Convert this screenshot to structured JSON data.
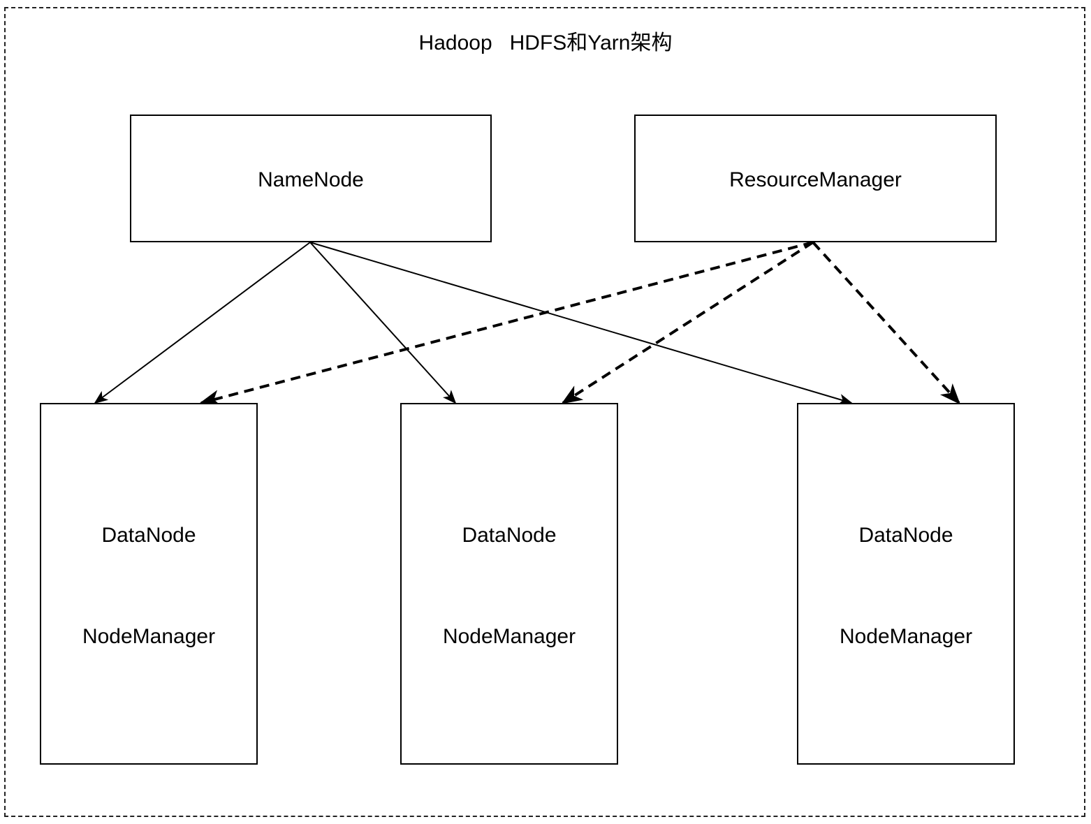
{
  "title": "Hadoop   HDFS和Yarn架构",
  "nodes": {
    "namenode": {
      "label": "NameNode"
    },
    "resourcemanager": {
      "label": "ResourceManager"
    },
    "workers": [
      {
        "datanode_label": "DataNode",
        "nodemanager_label": "NodeManager"
      },
      {
        "datanode_label": "DataNode",
        "nodemanager_label": "NodeManager"
      },
      {
        "datanode_label": "DataNode",
        "nodemanager_label": "NodeManager"
      }
    ]
  },
  "edges": [
    {
      "from": "namenode",
      "to": "worker-1",
      "style": "solid"
    },
    {
      "from": "namenode",
      "to": "worker-2",
      "style": "solid"
    },
    {
      "from": "namenode",
      "to": "worker-3",
      "style": "solid"
    },
    {
      "from": "resourcemanager",
      "to": "worker-1",
      "style": "dashed"
    },
    {
      "from": "resourcemanager",
      "to": "worker-2",
      "style": "dashed"
    },
    {
      "from": "resourcemanager",
      "to": "worker-3",
      "style": "dashed"
    }
  ],
  "colors": {
    "stroke": "#000000",
    "frame": "#222222",
    "background": "#ffffff"
  }
}
